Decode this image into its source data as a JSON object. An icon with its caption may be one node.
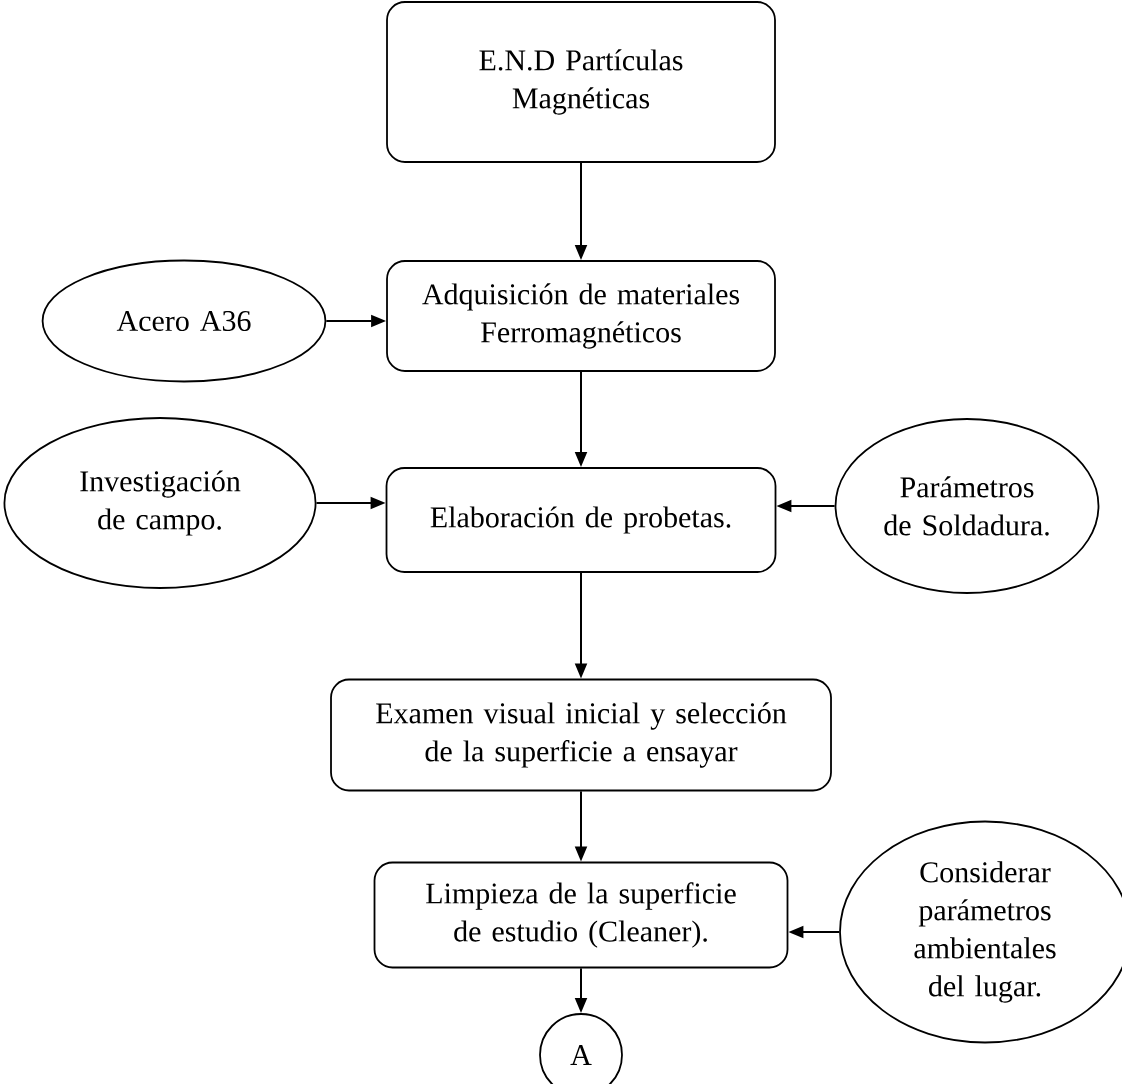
{
  "diagram": {
    "nodes": [
      {
        "text": [
          "E.N.D Partículas Magnéticas"
        ]
      },
      {
        "text": [
          "Adquisición de materiales Ferromagnéticos"
        ]
      },
      {
        "text": [
          "Acero A36"
        ]
      },
      {
        "text": [
          "Investigación de campo."
        ]
      },
      {
        "text": [
          "Elaboración de probetas."
        ]
      },
      {
        "text": [
          "Parámetros de Soldadura."
        ]
      },
      {
        "text": [
          "Examen visual inicial y selección de la superficie a ensayar"
        ]
      },
      {
        "text": [
          "Limpieza de la superficie de estudio (Cleaner)."
        ]
      },
      {
        "text": [
          "Considerar parámetros ambientales del lugar."
        ]
      },
      {
        "text": [
          "A"
        ]
      }
    ],
    "edges": [
      {
        "from": 0,
        "to": 1,
        "arrow": "to"
      },
      {
        "from": 2,
        "to": 1,
        "arrow": "to"
      },
      {
        "from": 1,
        "to": 4,
        "arrow": "to"
      },
      {
        "from": 3,
        "to": 4,
        "arrow": "to"
      },
      {
        "from": 5,
        "to": 4,
        "arrow": "to"
      },
      {
        "from": 4,
        "to": 6,
        "arrow": "to"
      },
      {
        "from": 6,
        "to": 7,
        "arrow": "to"
      },
      {
        "from": 8,
        "to": 7,
        "arrow": "to"
      },
      {
        "from": 7,
        "to": 9,
        "arrow": "to"
      }
    ]
  }
}
